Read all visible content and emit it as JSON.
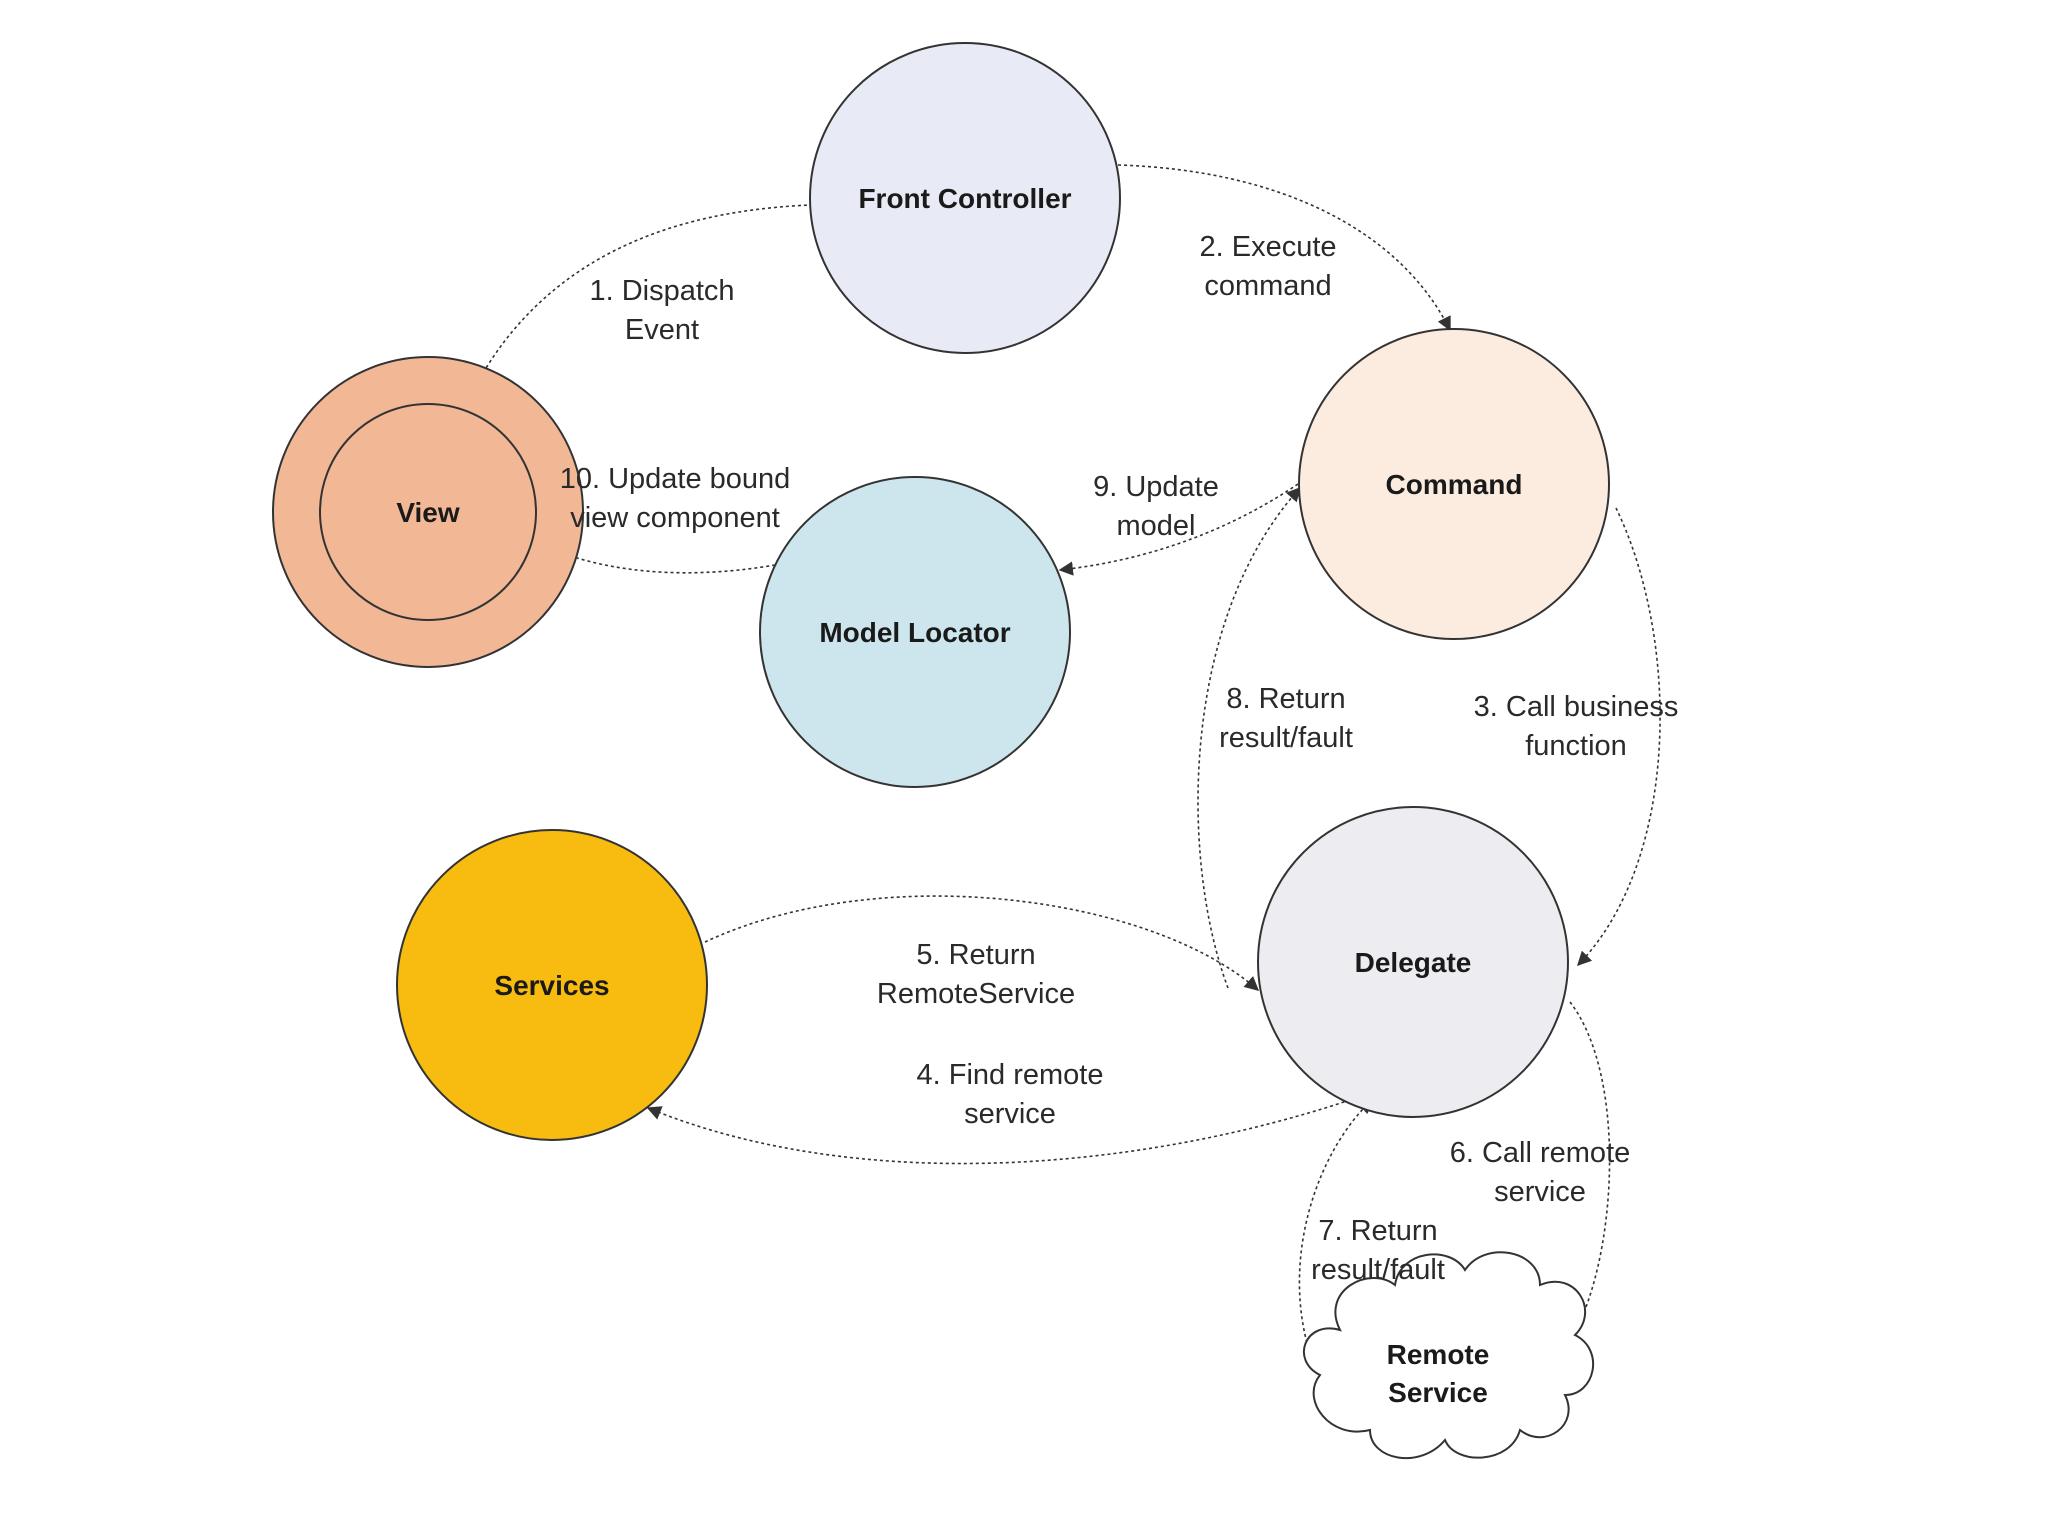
{
  "nodes": {
    "front_controller": {
      "label": "Front Controller",
      "fill": "#e8ebf5"
    },
    "command": {
      "label": "Command",
      "fill": "#fcebdf"
    },
    "view": {
      "label": "View",
      "fill": "#f2b896"
    },
    "model_locator": {
      "label": "Model Locator",
      "fill": "#cde6ee"
    },
    "services": {
      "label": "Services",
      "fill": "#f8bc10"
    },
    "delegate": {
      "label": "Delegate",
      "fill": "#ededf1"
    },
    "remote_service": {
      "label_line1": "Remote",
      "label_line2": "Service",
      "fill": "#ffffff"
    }
  },
  "edges": {
    "dispatch_event": {
      "line1": "1. Dispatch",
      "line2": "Event"
    },
    "execute_command": {
      "line1": "2. Execute",
      "line2": "command"
    },
    "call_business_function": {
      "line1": "3. Call business",
      "line2": "function"
    },
    "find_remote_service": {
      "line1": "4. Find remote",
      "line2": "service"
    },
    "return_remote_service": {
      "line1": "5. Return",
      "line2": "RemoteService"
    },
    "call_remote_service": {
      "line1": "6. Call remote",
      "line2": "service"
    },
    "return_result_fault_remote": {
      "line1": "7. Return",
      "line2": "result/fault"
    },
    "return_result_fault_delegate": {
      "line1": "8. Return",
      "line2": "result/fault"
    },
    "update_model": {
      "line1": "9. Update",
      "line2": "model"
    },
    "update_bound_view": {
      "line1": "10. Update bound",
      "line2": "view component"
    }
  }
}
